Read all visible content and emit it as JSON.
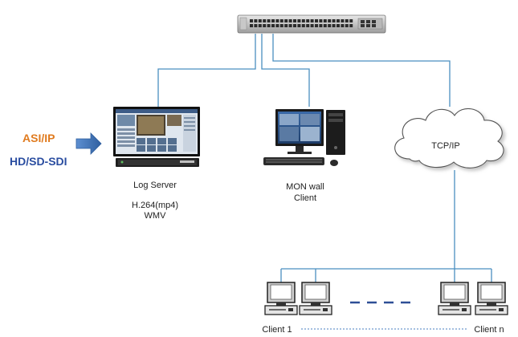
{
  "inputs": {
    "line1": "ASI/IP",
    "line2": "HD/SD-SDI"
  },
  "colors": {
    "orange": "#e07b1f",
    "blue": "#2a4da0",
    "link": "#4a8fc0",
    "arrow": "#3c6fb0"
  },
  "log_server": {
    "label": "Log Server",
    "format1": "H.264(mp4)",
    "format2": "WMV"
  },
  "mon_wall": {
    "line1": "MON wall",
    "line2": "Client"
  },
  "network": {
    "label": "TCP/IP"
  },
  "clients": {
    "first": "Client 1",
    "last": "Client n"
  },
  "icons": [
    "network-switch-icon",
    "rack-server-icon",
    "desktop-computer-icon",
    "cloud-icon",
    "client-computer-icon"
  ]
}
